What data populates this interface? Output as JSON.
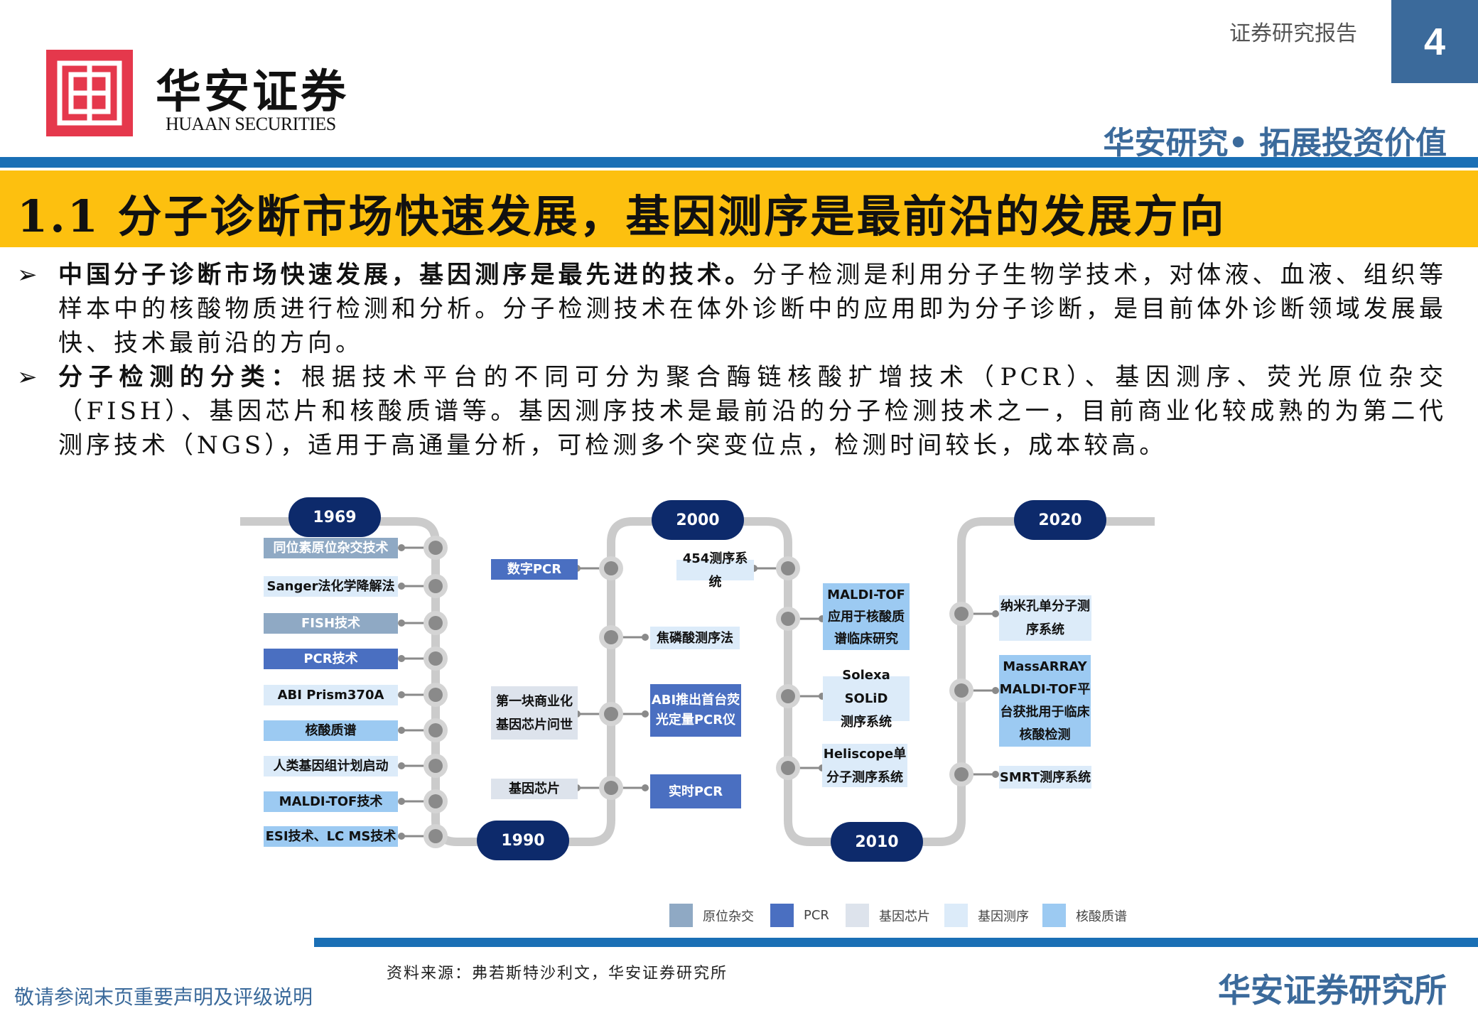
{
  "header": {
    "report_type": "证券研究报告",
    "page_number": "4",
    "brand_cn": "华安证券",
    "brand_en": "HUAAN SECURITIES",
    "slogan": "华安研究• 拓展投资价值"
  },
  "title": "1.1 分子诊断市场快速发展，基因测序是最前沿的发展方向",
  "bullets": [
    {
      "bold": "中国分子诊断市场快速发展，基因测序是最先进的技术。",
      "text": "分子检测是利用分子生物学技术，对体液、血液、组织等样本中的核酸物质进行检测和分析。分子检测技术在体外诊断中的应用即为分子诊断，是目前体外诊断领域发展最快、技术最前沿的方向。"
    },
    {
      "bold": "分子检测的分类：",
      "text": "根据技术平台的不同可分为聚合酶链核酸扩增技术（PCR）、基因测序、荧光原位杂交（FISH）、基因芯片和核酸质谱等。基因测序技术是最前沿的分子检测技术之一，目前商业化较成熟的为第二代测序技术（NGS），适用于高通量分析，可检测多个突变位点，检测时间较长，成本较高。"
    }
  ],
  "diagram": {
    "years": [
      "1969",
      "1990",
      "2000",
      "2010",
      "2020"
    ],
    "col1": [
      "同位素原位杂交技术",
      "Sanger法化学降解法",
      "FISH技术",
      "PCR技术",
      "ABI Prism370A",
      "核酸质谱",
      "人类基因组计划启动",
      "MALDI-TOF技术",
      "ESI技术、LC MS技术"
    ],
    "col2": [
      "数字PCR",
      "焦磷酸测序法",
      "第一块商业化\n基因芯片问世",
      "ABI推出首台荧\n光定量PCR仪",
      "基因芯片",
      "实时PCR"
    ],
    "col3": [
      "454测序系统",
      "MALDI-TOF\n应用于核酸质\n谱临床研究",
      "Solexa SOLiD\n测序系统",
      "Heliscope单\n分子测序系统"
    ],
    "col4": [
      "纳米孔单分子测\n序系统",
      "MassARRAY\nMALDI-TOF平\n台获批用于临床\n核酸检测",
      "SMRT测序系统"
    ],
    "legend": [
      {
        "label": "原位杂交",
        "color": "#8fa9c4"
      },
      {
        "label": "PCR",
        "color": "#4a6fc1"
      },
      {
        "label": "基因芯片",
        "color": "#dde3ec"
      },
      {
        "label": "基因测序",
        "color": "#dcebf9"
      },
      {
        "label": "核酸质谱",
        "color": "#9ccaf2"
      }
    ]
  },
  "footer": {
    "source": "资料来源：弗若斯特沙利文，华安证券研究所",
    "disclaimer": "敬请参阅末页重要声明及评级说明",
    "institute": "华安证券研究所"
  }
}
